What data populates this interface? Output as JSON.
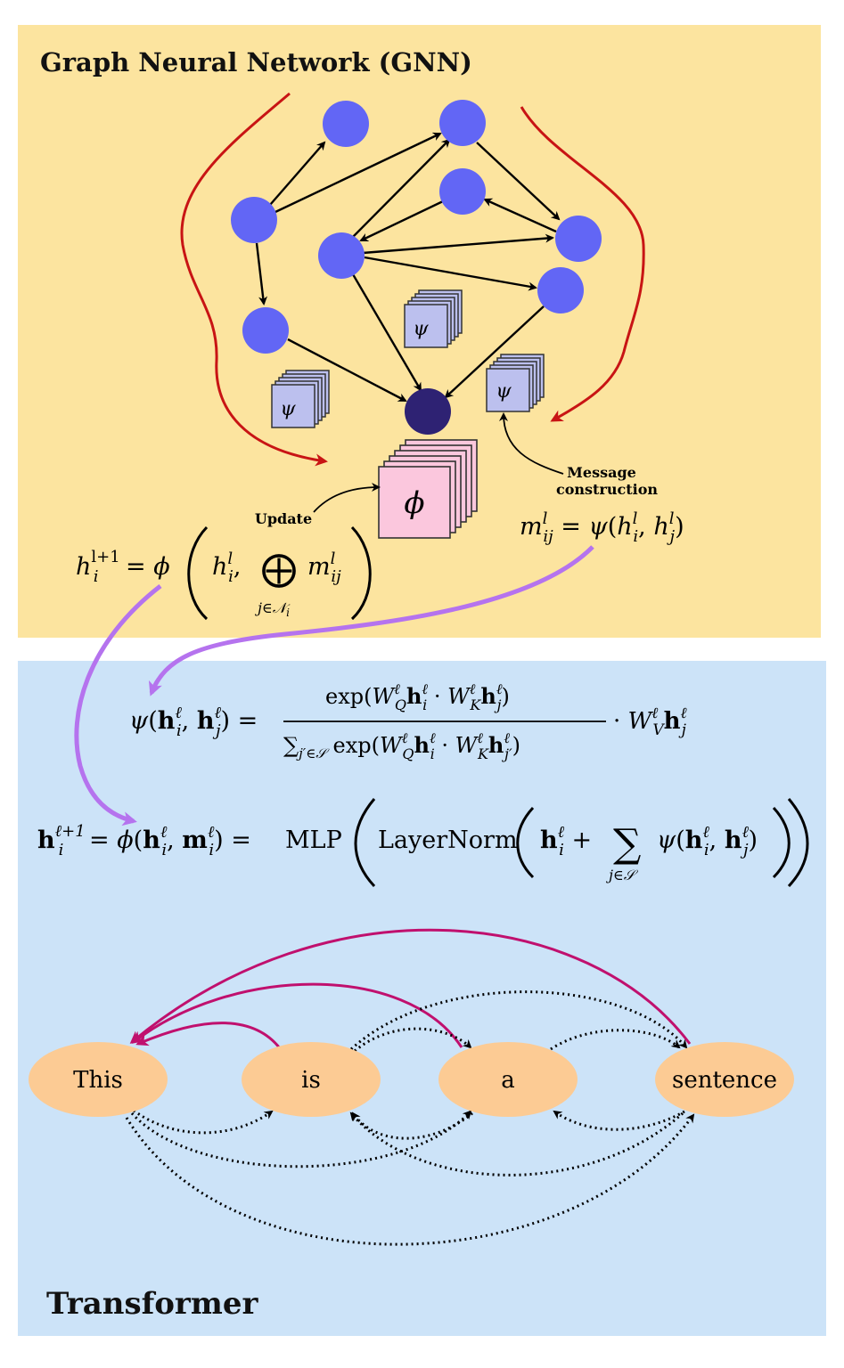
{
  "colors": {
    "gnn_bg": "#fce49f",
    "transformer_bg": "#cce3f8",
    "node": "#6266f5",
    "target_node": "#2e2273",
    "red_curve": "#c81414",
    "purple_arrow": "#b573ee",
    "psi_fill": "#bcc0ee",
    "phi_fill": "#fbc7dd",
    "token_fill": "#fccb94",
    "attention_arrow": "#c0106e"
  },
  "gnn": {
    "title": "Graph Neural Network (GNN)",
    "psi_label": "ψ",
    "phi_label": "ϕ",
    "message_label_line1": "Message",
    "message_label_line2": "construction",
    "update_label": "Update",
    "message_eq": "m_ij^l = ψ(h_i^l, h_j^l)",
    "update_eq": "h_i^(l+1) = ϕ( h_i^l, ⊕_(j∈N_i) m_ij^l )",
    "agg_symbol": "⨁",
    "agg_sub": "j∈𝒩",
    "agg_sub_i": "i"
  },
  "transformer": {
    "title": "Transformer",
    "psi_eq": "ψ(h_i^ℓ, h_j^ℓ) = exp(W_Q^ℓ h_i^ℓ · W_K^ℓ h_j^ℓ) / Σ_(j′∈S) exp(W_Q^ℓ h_i^ℓ · W_K^ℓ h_j′^ℓ) · W_V^ℓ h_j^ℓ",
    "update_eq": "h_i^(ℓ+1) = ϕ(h_i^ℓ, m_i^ℓ) = MLP( LayerNorm( h_i^ℓ + Σ_(j∈S) ψ(h_i^ℓ, h_j^ℓ) ) )",
    "mlp": "MLP",
    "layernorm": "LayerNorm",
    "sum_sub": "j∈𝒮",
    "tokens": [
      "This",
      "is",
      "a",
      "sentence"
    ]
  }
}
